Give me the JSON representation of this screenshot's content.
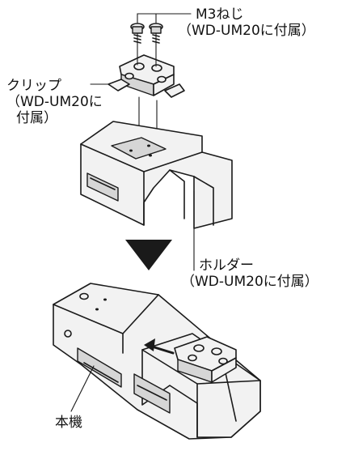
{
  "labels": {
    "screw": {
      "line1": "M3ねじ",
      "line2": "（WD-UM20に付属）"
    },
    "clip": {
      "line1": "クリップ",
      "line2": "（WD-UM20に",
      "line3": "付属）"
    },
    "holder": {
      "line1": "ホルダー",
      "line2": "（WD-UM20に付属）"
    },
    "body": {
      "line1": "本機"
    }
  },
  "icons": {
    "arrow": "down-triangle-arrow",
    "screws": "m3-screw-icon",
    "clip": "clip-part",
    "holder": "holder-part",
    "device": "main-unit-body"
  },
  "colors": {
    "ink": "#1a1a1a",
    "part_fill": "#f2f2f2",
    "shade_fill": "#d6d6d6",
    "background": "#ffffff"
  }
}
